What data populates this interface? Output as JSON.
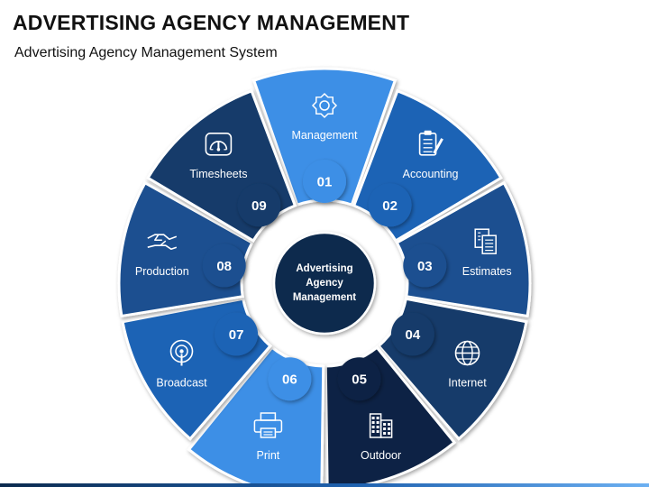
{
  "header": {
    "title": "ADVERTISING AGENCY MANAGEMENT",
    "subtitle": "Advertising Agency Management System"
  },
  "center": {
    "lines": [
      "Advertising",
      "Agency",
      "Management"
    ],
    "color": "#102c4e"
  },
  "segments": [
    {
      "number": "01",
      "label": "Management",
      "icon": "gear-icon",
      "color": "#3d8fe6"
    },
    {
      "number": "02",
      "label": "Accounting",
      "icon": "clipboard-pen-icon",
      "color": "#1e64b5"
    },
    {
      "number": "03",
      "label": "Estimates",
      "icon": "documents-icon",
      "color": "#1a5090"
    },
    {
      "number": "04",
      "label": "Internet",
      "icon": "globe-icon",
      "color": "#123a6a"
    },
    {
      "number": "05",
      "label": "Outdoor",
      "icon": "buildings-icon",
      "color": "#0c2444"
    },
    {
      "number": "06",
      "label": "Print",
      "icon": "printer-icon",
      "color": "#3d8fe6"
    },
    {
      "number": "07",
      "label": "Broadcast",
      "icon": "broadcast-icon",
      "color": "#1e64b5"
    },
    {
      "number": "08",
      "label": "Production",
      "icon": "handshake-icon",
      "color": "#1a5090"
    },
    {
      "number": "09",
      "label": "Timesheets",
      "icon": "gauge-icon",
      "color": "#123a6a"
    }
  ]
}
